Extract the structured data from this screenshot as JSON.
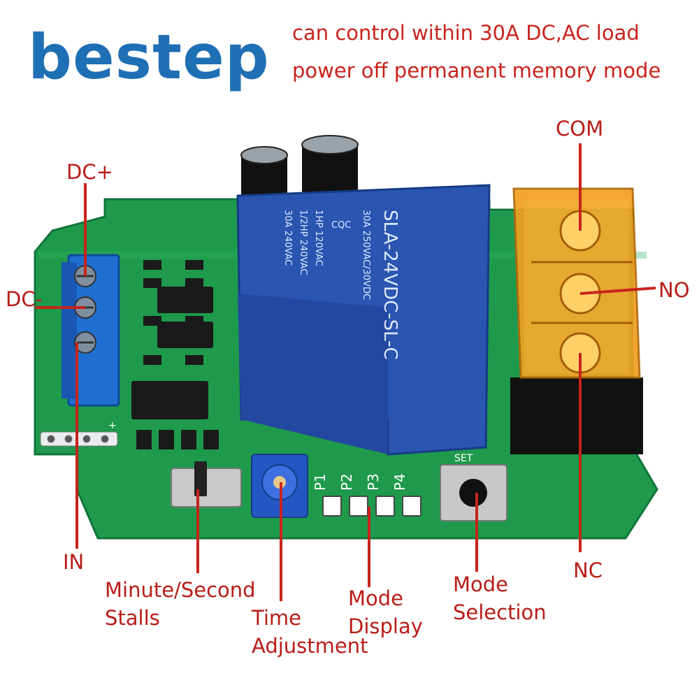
{
  "brand": {
    "logo_text": "bestep"
  },
  "taglines": [
    "can control within 30A DC,AC load",
    "power off permanent memory mode"
  ],
  "relay": {
    "model": "SLA-24VDC-SL-C",
    "rating_line1": "30A 250VAC/30VDC",
    "rating_line2": "1HP 120VAC",
    "rating_line3": "1/2HP 240VAC",
    "rating_line4": "30A 240VAC",
    "cert": "CQC"
  },
  "pcb": {
    "led_labels": [
      "P1",
      "P2",
      "P3",
      "P4"
    ],
    "button_label": "SET",
    "plus": "+"
  },
  "labels": {
    "dc_plus": "DC+",
    "dc_minus": "DC-",
    "in": "IN",
    "minute_second_l1": "Minute/Second",
    "minute_second_l2": "Stalls",
    "time_adj_l1": "Time",
    "time_adj_l2": "Adjustment",
    "mode_display_l1": "Mode",
    "mode_display_l2": "Display",
    "mode_sel_l1": "Mode",
    "mode_sel_l2": "Selection",
    "com": "COM",
    "no": "NO",
    "nc": "NC"
  },
  "colors": {
    "brand": "#1f6fb5",
    "annotation": "#c8231c",
    "pcb": "#1f9a4c",
    "relay": "#2a55b0",
    "terminal_orange": "#f0a020"
  }
}
